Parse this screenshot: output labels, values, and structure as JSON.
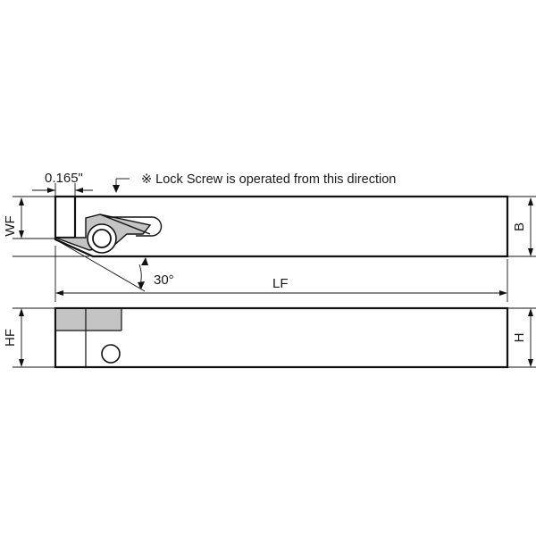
{
  "note": "※ Lock Screw is operated from this direction",
  "dimensions": {
    "offset": "0.165\"",
    "wf": "WF",
    "b": "B",
    "angle": "30°",
    "lf": "LF",
    "hf": "HF",
    "h": "H"
  },
  "colors": {
    "insert_fill": "#c4c4c4",
    "line": "#111111",
    "background": "#ffffff"
  }
}
